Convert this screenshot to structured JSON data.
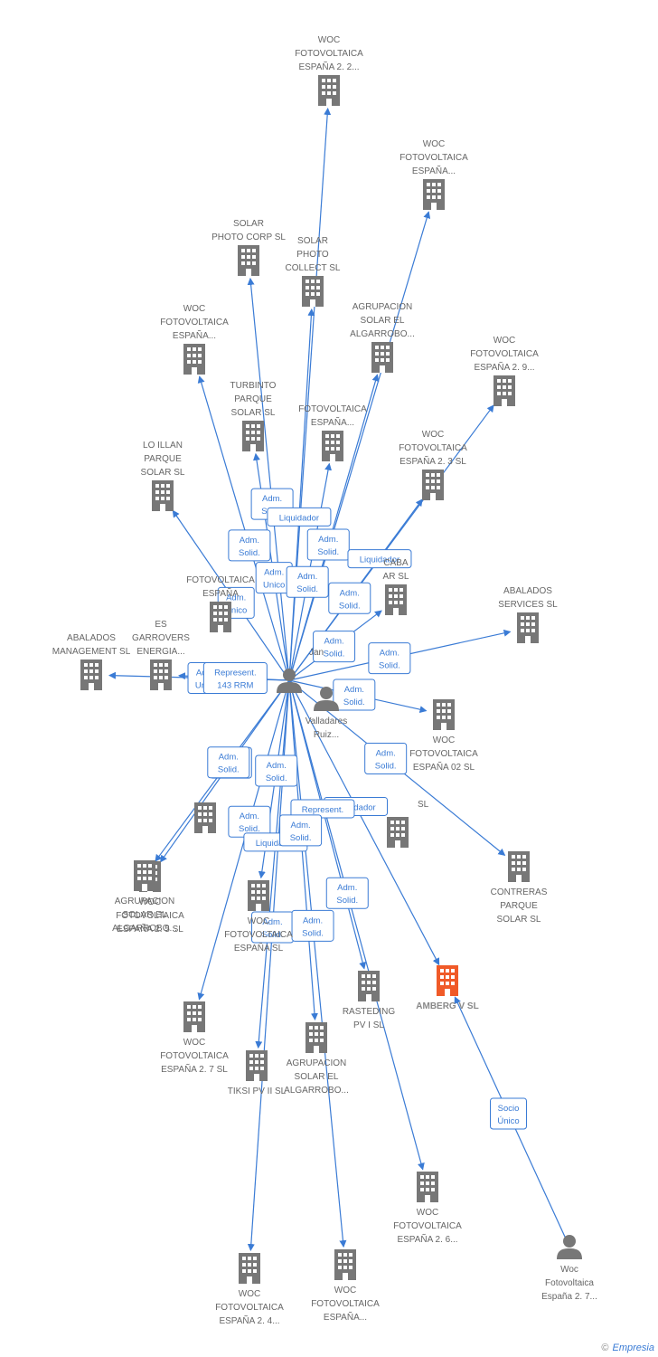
{
  "colors": {
    "edge": "#3a7bd5",
    "company": "#777777",
    "focus_company": "#f05a28",
    "person": "#777777",
    "label": "#666666"
  },
  "nodes": [
    {
      "id": "woc221",
      "type": "company",
      "label": [
        "WOC",
        "FOTOVOLTAICA",
        "ESPAÑA 2. 2..."
      ]
    },
    {
      "id": "woc_top_r",
      "type": "company",
      "label": [
        "WOC",
        "FOTOVOLTAICA",
        "ESPAÑA..."
      ]
    },
    {
      "id": "solar_photo_corp",
      "type": "company",
      "label": [
        "SOLAR",
        "PHOTO CORP SL"
      ]
    },
    {
      "id": "solar_photo_collect",
      "type": "company",
      "label": [
        "SOLAR",
        "PHOTO",
        "COLLECT SL"
      ]
    },
    {
      "id": "agr_top",
      "type": "company",
      "label": [
        "AGRUPACION",
        "SOLAR EL",
        "ALGARROBO..."
      ]
    },
    {
      "id": "woc_l1",
      "type": "company",
      "label": [
        "WOC",
        "FOTOVOLTAICA",
        "ESPAÑA..."
      ]
    },
    {
      "id": "woc29",
      "type": "company",
      "label": [
        "WOC",
        "FOTOVOLTAICA",
        "ESPAÑA 2. 9..."
      ]
    },
    {
      "id": "turbinto",
      "type": "company",
      "label": [
        "TURBINTO",
        "PARQUE",
        "SOLAR SL"
      ]
    },
    {
      "id": "woc_mid",
      "type": "company",
      "label": [
        "FOTOVOLTAICA",
        "ESPAÑA..."
      ]
    },
    {
      "id": "woc23",
      "type": "company",
      "label": [
        "WOC",
        "FOTOVOLTAICA",
        "ESPAÑA 2. 3 SL"
      ]
    },
    {
      "id": "lo_illan",
      "type": "company",
      "label": [
        "LO ILLAN",
        "PARQUE",
        "SOLAR SL"
      ]
    },
    {
      "id": "cabasolar",
      "type": "company",
      "label": [
        "CABA",
        "AR SL"
      ]
    },
    {
      "id": "woc_fot_esp",
      "type": "company",
      "label": [
        "FOTOVOLTAICA",
        "ESPAÑA"
      ]
    },
    {
      "id": "abalados_services",
      "type": "company",
      "label": [
        "ABALADOS",
        "SERVICES SL"
      ]
    },
    {
      "id": "es_garrovers",
      "type": "company",
      "label": [
        "ES",
        "GARROVERS",
        "ENERGIA..."
      ]
    },
    {
      "id": "abalados_mgmt",
      "type": "company",
      "label": [
        "ABALADOS",
        "MANAGEMENT SL"
      ]
    },
    {
      "id": "person_a",
      "type": "person",
      "label": [
        "Jan"
      ]
    },
    {
      "id": "person_b",
      "type": "person",
      "label": [
        "Valladares",
        "Ruiz..."
      ]
    },
    {
      "id": "woc02",
      "type": "company",
      "label": [
        "WOC",
        "FOTOVOLTAICA",
        "ESPAÑA 02  SL"
      ]
    },
    {
      "id": "woc_m2",
      "type": "company",
      "label": []
    },
    {
      "id": "woc25",
      "type": "company",
      "label": [
        "WOC",
        "FOTOVOLTAICA",
        "ESPAÑA 2. 5 SL"
      ]
    },
    {
      "id": "woc_right_mid",
      "type": "company",
      "label": [
        "SL"
      ]
    },
    {
      "id": "contreras",
      "type": "company",
      "label": [
        "CONTRERAS",
        "PARQUE",
        "SOLAR SL"
      ]
    },
    {
      "id": "agr_left",
      "type": "company",
      "label": [
        "AGRUPACION",
        "SOLAR EL",
        "ALGARROBO..."
      ]
    },
    {
      "id": "woc_esp",
      "type": "company",
      "label": [
        "WOC",
        "FOTOVOLTAICA",
        "ESPAÑA SL"
      ]
    },
    {
      "id": "rasteding",
      "type": "company",
      "label": [
        "RASTEDING",
        "PV I SL"
      ]
    },
    {
      "id": "amberg",
      "type": "focus",
      "label": [
        "AMBERG V SL"
      ]
    },
    {
      "id": "woc27",
      "type": "company",
      "label": [
        "WOC",
        "FOTOVOLTAICA",
        "ESPAÑA 2. 7 SL"
      ]
    },
    {
      "id": "tiksi",
      "type": "company",
      "label": [
        "TIKSI PV II SL"
      ]
    },
    {
      "id": "agr_bottom",
      "type": "company",
      "label": [
        "AGRUPACION",
        "SOLAR EL",
        "ALGARROBO..."
      ]
    },
    {
      "id": "woc26",
      "type": "company",
      "label": [
        "WOC",
        "FOTOVOLTAICA",
        "ESPAÑA 2. 6..."
      ]
    },
    {
      "id": "woc_person",
      "type": "person",
      "label": [
        "Woc",
        "Fotovoltaica",
        "España 2. 7..."
      ]
    },
    {
      "id": "woc24",
      "type": "company",
      "label": [
        "WOC",
        "FOTOVOLTAICA",
        "ESPAÑA 2. 4..."
      ]
    },
    {
      "id": "woc_bottom",
      "type": "company",
      "label": [
        "WOC",
        "FOTOVOLTAICA",
        "ESPAÑA..."
      ]
    }
  ],
  "relations": [
    {
      "from": "person_a",
      "to": "woc221",
      "label": []
    },
    {
      "from": "person_a",
      "to": "woc_top_r",
      "label": []
    },
    {
      "from": "person_a",
      "to": "solar_photo_corp",
      "label": [
        "Adm.",
        "Solid."
      ]
    },
    {
      "from": "person_a",
      "to": "solar_photo_collect",
      "label": [
        "Liquidador"
      ]
    },
    {
      "from": "person_a",
      "to": "agr_top",
      "label": [
        "Adm.",
        "Solid."
      ]
    },
    {
      "from": "person_a",
      "to": "woc_l1",
      "label": [
        "Adm.",
        "Solid."
      ]
    },
    {
      "from": "person_a",
      "to": "woc29",
      "label": [
        "Liquidador"
      ]
    },
    {
      "from": "person_a",
      "to": "turbinto",
      "label": [
        "Adm.",
        "Unico"
      ]
    },
    {
      "from": "person_a",
      "to": "woc_mid",
      "label": [
        "Adm.",
        "Solid."
      ]
    },
    {
      "from": "person_a",
      "to": "woc23",
      "label": [
        "Adm.",
        "Solid."
      ]
    },
    {
      "from": "person_a",
      "to": "lo_illan",
      "label": [
        "Adm.",
        "Unico"
      ]
    },
    {
      "from": "person_a",
      "to": "cabasolar",
      "label": [
        "Adm.",
        "Solid."
      ]
    },
    {
      "from": "person_a",
      "to": "abalados_services",
      "label": [
        "Adm.",
        "Solid."
      ]
    },
    {
      "from": "person_a",
      "to": "abalados_mgmt",
      "label": [
        "Adm.",
        "Unico"
      ]
    },
    {
      "from": "person_a",
      "to": "es_garrovers",
      "label": [
        "Represent.",
        "143 RRM"
      ]
    },
    {
      "from": "person_a",
      "to": "woc02",
      "label": [
        "Adm.",
        "Solid."
      ]
    },
    {
      "from": "person_a",
      "to": "woc25",
      "label": [
        "Adm.",
        "Solid."
      ]
    },
    {
      "from": "person_a",
      "to": "contreras",
      "label": [
        "Adm.",
        "Solid."
      ]
    },
    {
      "from": "person_a",
      "to": "agr_left",
      "label": [
        "Adm.",
        "Solid."
      ]
    },
    {
      "from": "person_a",
      "to": "woc_esp",
      "label": [
        "Adm.",
        "Solid."
      ]
    },
    {
      "from": "person_a",
      "to": "amberg",
      "label": [
        "Liquidador"
      ]
    },
    {
      "from": "person_a",
      "to": "rasteding",
      "label": [
        "Represent."
      ]
    },
    {
      "from": "person_a",
      "to": "woc27",
      "label": [
        "Adm.",
        "Solid."
      ]
    },
    {
      "from": "person_a",
      "to": "tiksi",
      "label": [
        "Liquidador"
      ]
    },
    {
      "from": "person_a",
      "to": "agr_bottom",
      "label": [
        "Adm.",
        "Solid."
      ]
    },
    {
      "from": "person_a",
      "to": "woc26",
      "label": [
        "Adm.",
        "Solid."
      ]
    },
    {
      "from": "person_a",
      "to": "woc24",
      "label": [
        "Adm.",
        "Solid."
      ]
    },
    {
      "from": "person_a",
      "to": "woc_bottom",
      "label": [
        "Adm.",
        "Solid."
      ]
    },
    {
      "from": "woc_person",
      "to": "amberg",
      "label": [
        "Socio",
        "Único"
      ]
    }
  ],
  "footer": {
    "copyright": "©",
    "brand": "Empresia"
  }
}
